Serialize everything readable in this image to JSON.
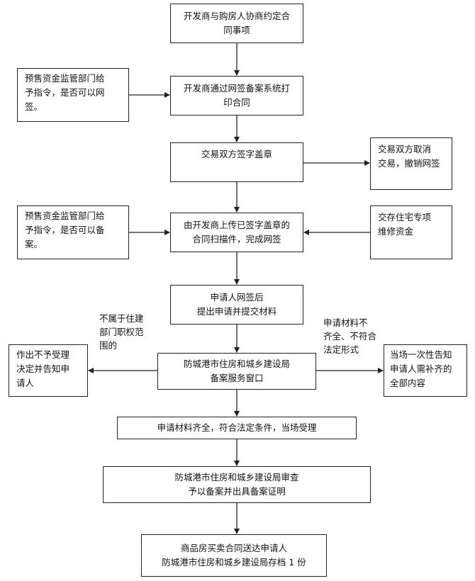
{
  "flowchart": {
    "step1": [
      "开发商与购房人协商约定合",
      "同事项"
    ],
    "step2": [
      "开发商通过网签备案系统打",
      "印合同"
    ],
    "step3": [
      "交易双方签字盖章"
    ],
    "step4": [
      "由开发商上传已签字盖章的",
      "合同扫描件，完成网签"
    ],
    "step5": [
      "申请人网签后",
      "提出申请并提交材料"
    ],
    "step6": [
      "防城港市住房和城乡建设局",
      "备案服务窗口"
    ],
    "step7": [
      "申请材料齐全，符合法定条件，当场受理"
    ],
    "step8": [
      "防城港市住房和城乡建设局审查",
      "予以备案并出具备案证明"
    ],
    "step9": [
      "商品房买卖合同送达申请人",
      "防城港市住房和城乡建设局存档 1 份"
    ],
    "side_presale_sign": [
      "预售资金监管部门给",
      "予指令，是否可以网",
      "签。"
    ],
    "side_presale_file": [
      "预售资金监管部门给",
      "予指令，是否可以备",
      "案。"
    ],
    "side_cancel": [
      "交易双方取消",
      "交易，撤销网签"
    ],
    "side_maintenance": [
      "交存住宅专项",
      "维修资金"
    ],
    "side_reject": [
      "作出不予受理",
      "决定并告知申",
      "请人"
    ],
    "side_notify": [
      "当场一次性告知",
      "申请人需补齐的",
      "全部内容"
    ],
    "label_left": [
      "不属于住建",
      "部门职权范",
      "围的"
    ],
    "label_right": [
      "申请材料不",
      "齐全、不符合",
      "法定形式"
    ]
  }
}
